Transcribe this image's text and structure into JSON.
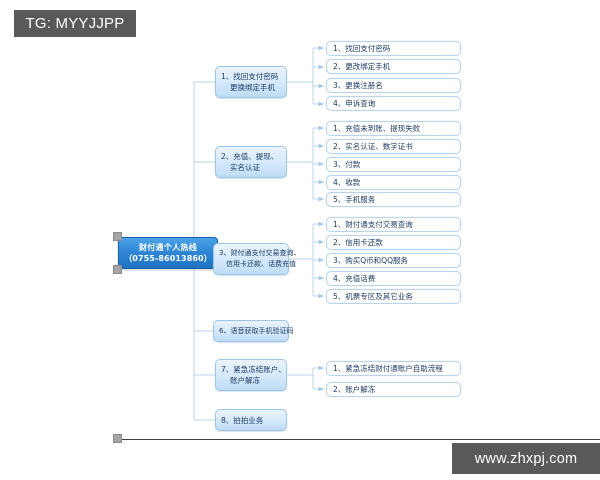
{
  "watermarks": {
    "telegram": "TG: MYYJJPP",
    "site": "www.zhxpj.com"
  },
  "diagram": {
    "root": {
      "line1": "财付通个人热线",
      "line2": "（0755-86013860）"
    },
    "branches": [
      {
        "id": "branch-1",
        "line1": "1、找回支付密码",
        "line2": "更换绑定手机",
        "children": [
          "1、找回支付密码",
          "2、更改绑定手机",
          "3、更换注册名",
          "4、申诉查询"
        ]
      },
      {
        "id": "branch-2",
        "line1": "2、充值、提现、",
        "line2": "实名认证",
        "children": [
          "1、充值未到账、提现失败",
          "2、实名认证、数字证书",
          "3、付款",
          "4、收款",
          "5、手机服务"
        ]
      },
      {
        "id": "branch-3",
        "line1": "3、财付通支付交易查询、",
        "line2": "信用卡还款、话费充值",
        "children": [
          "1、财付通支付交易查询",
          "2、信用卡还款",
          "3、购买Q币和QQ服务",
          "4、充值话费",
          "5、机票专区及其它业务"
        ]
      },
      {
        "id": "branch-6",
        "line1": "6、语音获取手机验证码",
        "line2": "",
        "children": []
      },
      {
        "id": "branch-7",
        "line1": "7、紧急冻结账户、",
        "line2": "账户解冻",
        "children": [
          "1、紧急冻结财付通账户自助流程",
          "2、账户解冻"
        ]
      },
      {
        "id": "branch-8",
        "line1": "8、拍拍业务",
        "line2": "",
        "children": []
      }
    ]
  },
  "colors": {
    "root_fill": "#2e86d4",
    "branch_fill": "#d4e8fa",
    "branch_border": "#9cc6e8",
    "leaf_border": "#b7d4ec",
    "connector": "#b9d4e9",
    "watermark_bg": "#595959",
    "text_dark": "#17395f"
  }
}
